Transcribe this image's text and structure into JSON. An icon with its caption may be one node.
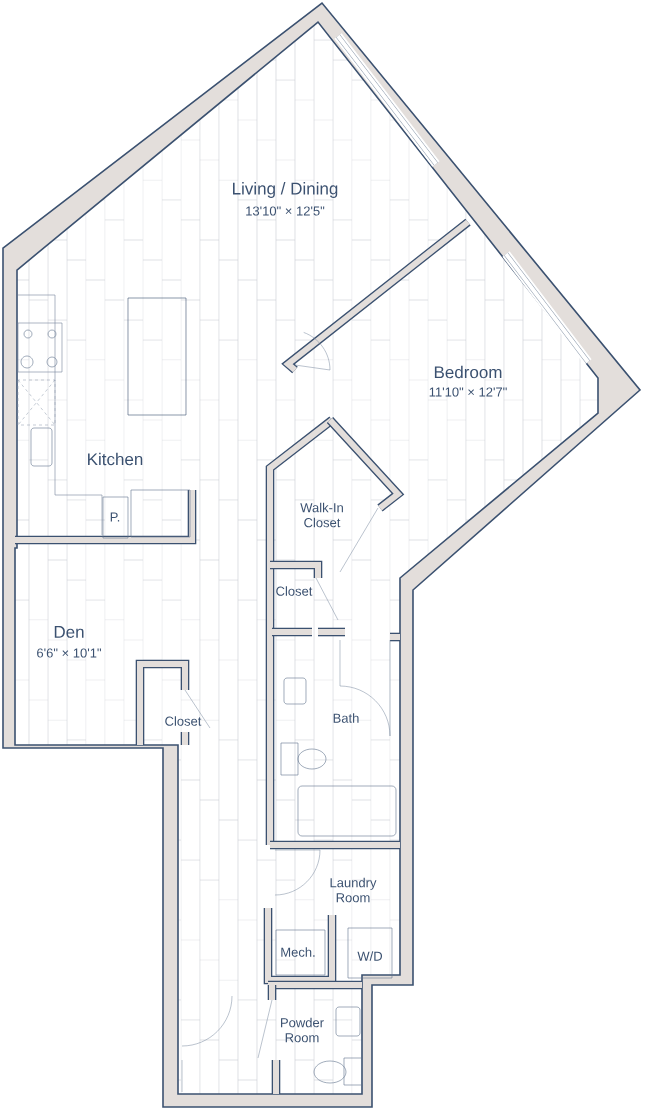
{
  "diagram": {
    "labels": [
      "Living / Dining",
      "13'10\" × 12'5\"",
      "Bedroom",
      "11'10\" × 12'7\"",
      "Kitchen",
      "P.",
      "Walk-In Closet",
      "Closet",
      "Den",
      "6'6\" × 10'1\"",
      "Closet",
      "Bath",
      "Laundry Room",
      "Mech.",
      "W/D",
      "Powder Room"
    ]
  }
}
